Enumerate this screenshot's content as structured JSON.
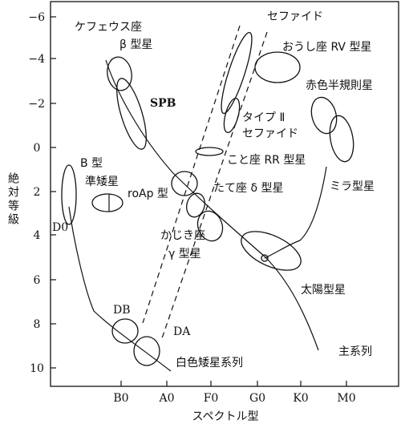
{
  "axes": {
    "x_title": "スペクトル型",
    "y_title": "絶対等級",
    "x_ticks": [
      "B0",
      "A0",
      "F0",
      "G0",
      "K0",
      "M0"
    ],
    "y_ticks": [
      "−6",
      "−4",
      "−2",
      "0",
      "2",
      "4",
      "6",
      "8",
      "10"
    ]
  },
  "labels": {
    "cepheid_beta_1": "ケフェウス座",
    "cepheid_beta_2": "β 型星",
    "cepheids": "セファイド",
    "rv_tauri": "おうし座 RV 型星",
    "semiregular": "赤色半規則星",
    "spb": "SPB",
    "type2_1": "タイプ Ⅱ",
    "type2_2": "セファイド",
    "rr_lyrae": "こと座 RR 型星",
    "b_subdwarf_1": "B 型",
    "b_subdwarf_2": "準矮星",
    "roap": "roAp 型",
    "delta_scuti": "たて座 δ 型星",
    "mira": "ミラ型星",
    "d0": "D0",
    "gamma_dor_1": "かじき座",
    "gamma_dor_2": "γ 型星",
    "solar_like": "太陽型星",
    "db": "DB",
    "da": "DA",
    "white_dwarf_seq": "白色矮星系列",
    "main_seq": "主系列"
  }
}
